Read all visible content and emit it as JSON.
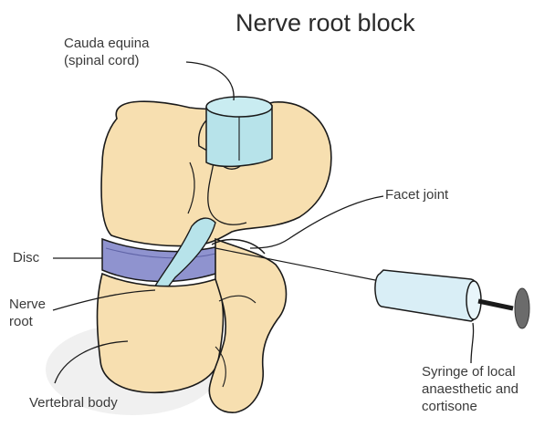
{
  "title": "Nerve root block",
  "labels": {
    "cauda_line1": "Cauda equina",
    "cauda_line2": "(spinal cord)",
    "facet": "Facet joint",
    "disc": "Disc",
    "nerve_line1": "Nerve",
    "nerve_line2": "root",
    "vertebral": "Vertebral body",
    "syringe_line1": "Syringe of local",
    "syringe_line2": "anaesthetic and",
    "syringe_line3": "cortisone"
  },
  "colors": {
    "bone": "#f7dfb0",
    "bone_shadow": "#edd098",
    "cord": "#b7e3ea",
    "disc": "#8f93cf",
    "syringe_body": "#d9eef6",
    "plunger": "#6b6b6b",
    "outline": "#1a1a1a"
  },
  "icons": {
    "syringe": "syringe-icon",
    "spine": "vertebra-illustration"
  }
}
